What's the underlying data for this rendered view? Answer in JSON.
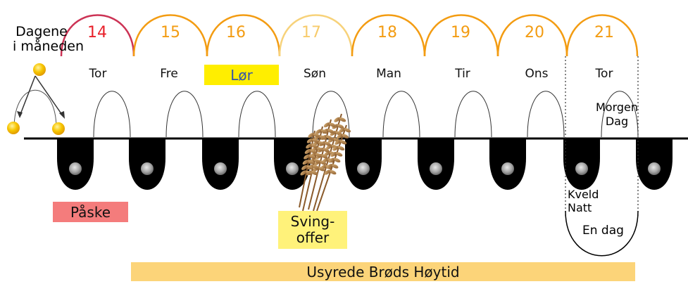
{
  "days": [
    {
      "num": "14",
      "name": "Tor",
      "color": "#e8202a",
      "arc_color": "#cc3355"
    },
    {
      "num": "15",
      "name": "Fre",
      "color": "#f39c12",
      "arc_color": "#f39c12"
    },
    {
      "num": "16",
      "name": "Lør",
      "color": "#f39c12",
      "arc_color": "#f39c12"
    },
    {
      "num": "17",
      "name": "Søn",
      "color": "#f7cb6b",
      "arc_color": "#f7d27a"
    },
    {
      "num": "18",
      "name": "Man",
      "color": "#f39c12",
      "arc_color": "#f39c12"
    },
    {
      "num": "19",
      "name": "Tir",
      "color": "#f39c12",
      "arc_color": "#f39c12"
    },
    {
      "num": "20",
      "name": "Ons",
      "color": "#f39c12",
      "arc_color": "#f39c12"
    },
    {
      "num": "21",
      "name": "Tor",
      "color": "#f39c12",
      "arc_color": "#f39c12"
    }
  ],
  "labels": {
    "days_of_month_line1": "Dagene",
    "days_of_month_line2": "i måneden",
    "morning": "Morgen",
    "day": "Dag",
    "evening": "Kveld",
    "night": "Natt",
    "one_day": "En dag",
    "passover": "Påske",
    "wave_offering_line1": "Sving-",
    "wave_offering_line2": "offer",
    "unleavened_bread": "Usyrede Brøds Høytid"
  },
  "colors": {
    "saturday_highlight": "#ffee00",
    "passover_box": "#f47c7c",
    "wave_offering_box": "#fff27a",
    "unleavened_bar": "#fcd479",
    "night_fill": "#000000",
    "sun": "#f7c600"
  }
}
